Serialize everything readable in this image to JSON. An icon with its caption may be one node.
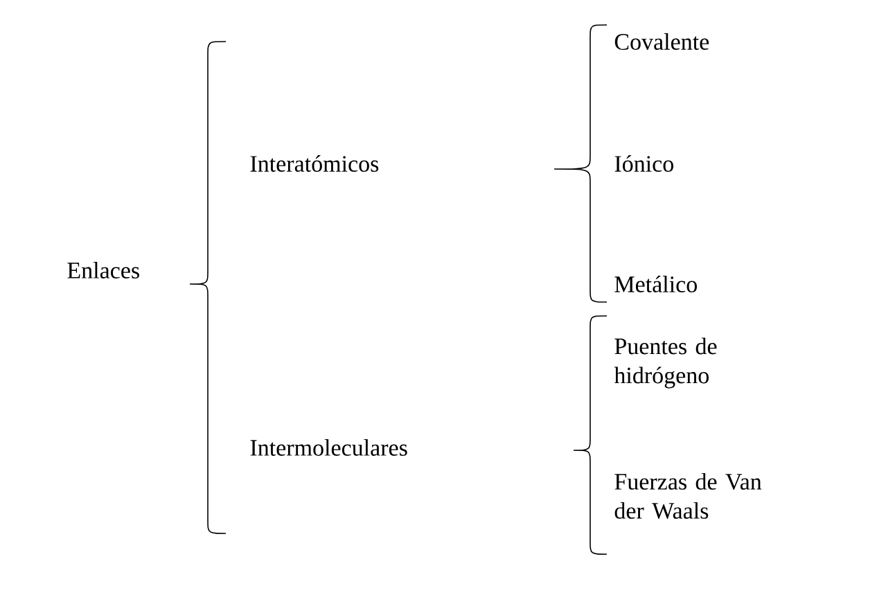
{
  "diagram": {
    "nodes": [
      {
        "text": [
          "Enlaces"
        ]
      },
      {
        "text": [
          "Interatómicos"
        ]
      },
      {
        "text": [
          "Intermoleculares"
        ]
      },
      {
        "text": [
          "Covalente"
        ]
      },
      {
        "text": [
          "Iónico"
        ]
      },
      {
        "text": [
          "Metálico"
        ]
      },
      {
        "text": [
          "Puentes de hidrógeno"
        ]
      },
      {
        "text": [
          "Fuerzas de Van der Waals"
        ]
      }
    ]
  }
}
